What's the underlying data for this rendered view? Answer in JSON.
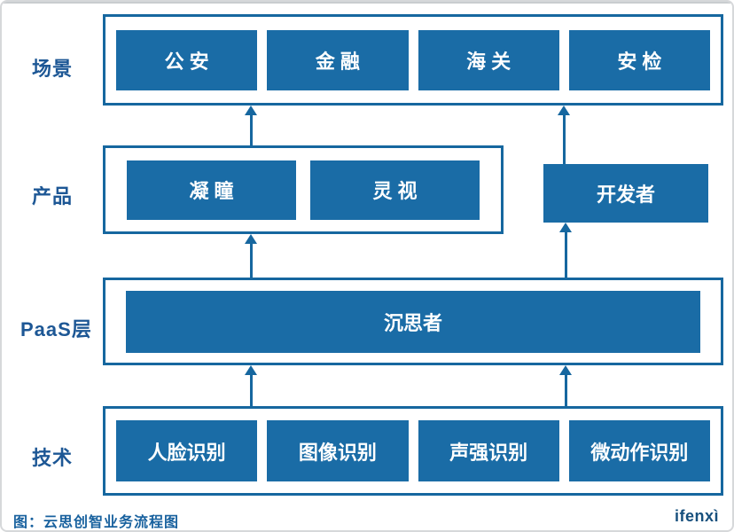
{
  "colors": {
    "box_fill": "#1A6CA6",
    "outline": "#16679F",
    "row_label": "#1D5795",
    "caption": "#18619E",
    "logo": "#17507D",
    "box_text": "#FFFFFF"
  },
  "rows": [
    {
      "label": "场景",
      "boxes": [
        "公 安",
        "金 融",
        "海 关",
        "安 检"
      ]
    },
    {
      "label": "产品",
      "boxes": [
        "凝 瞳",
        "灵 视"
      ],
      "standalone_box": "开发者"
    },
    {
      "label": "PaaS层",
      "boxes": [
        "沉思者"
      ]
    },
    {
      "label": "技术",
      "boxes": [
        "人脸识别",
        "图像识别",
        "声强识别",
        "微动作识别"
      ]
    }
  ],
  "footer": {
    "caption": "图：云思创智业务流程图",
    "logo": "ifenxì"
  }
}
